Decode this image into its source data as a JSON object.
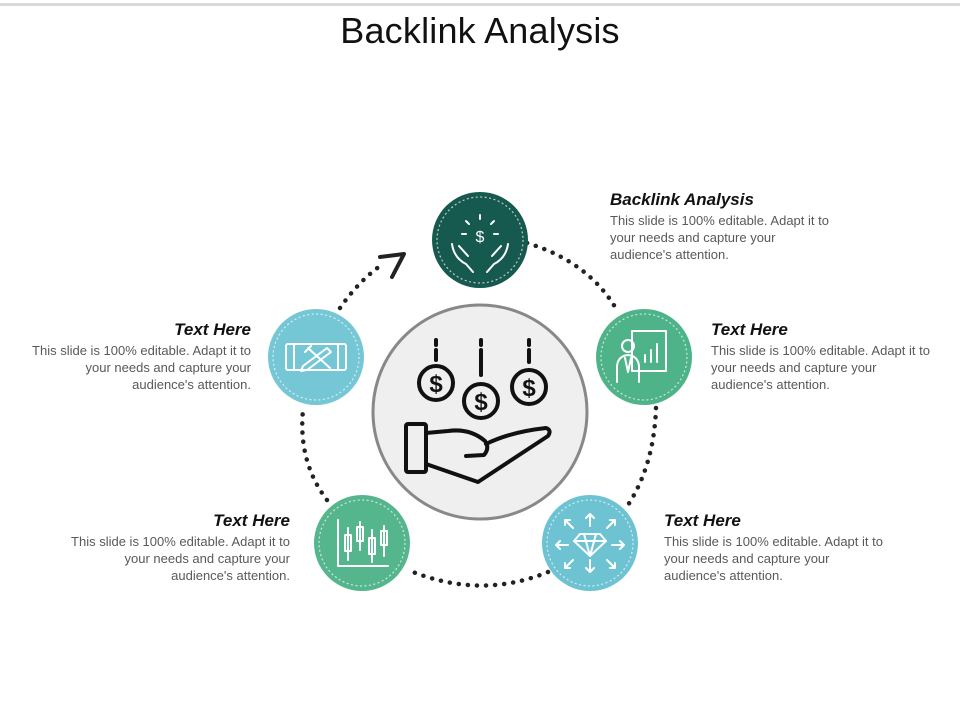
{
  "title": "Backlink Analysis",
  "colors": {
    "dark_teal": "#16594f",
    "light_blue": "#76c7d6",
    "green": "#4fb38a",
    "medium_green": "#55b68e",
    "pale_blue": "#6ec3d3",
    "center_fill": "#efefef",
    "center_ring": "#888888",
    "dots": "#222222"
  },
  "center": {
    "icon": "hand-with-coins-icon"
  },
  "blocks": [
    {
      "id": "top",
      "heading": "Backlink Analysis",
      "body": "This slide is 100% editable. Adapt it to your needs and capture your audience's attention.",
      "icon": "hands-money-icon"
    },
    {
      "id": "right",
      "heading": "Text Here",
      "body": "This slide is 100% editable. Adapt it to your needs and capture your audience's attention.",
      "icon": "presenter-chart-icon"
    },
    {
      "id": "bottom-right",
      "heading": "Text Here",
      "body": "This slide is 100% editable. Adapt it to your needs and capture your audience's attention.",
      "icon": "diamond-arrows-icon"
    },
    {
      "id": "bottom-left",
      "heading": "Text Here",
      "body": "This slide is 100% editable. Adapt it to your needs and capture your audience's attention.",
      "icon": "candlestick-chart-icon"
    },
    {
      "id": "left",
      "heading": "Text Here",
      "body": "This slide is 100% editable. Adapt it to your needs and capture your audience's attention.",
      "icon": "ruler-pencil-icon"
    }
  ]
}
